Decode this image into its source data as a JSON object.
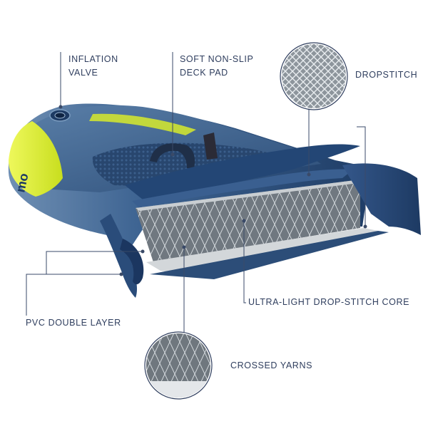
{
  "labels": {
    "inflation_valve": [
      "INFLATION",
      "VALVE"
    ],
    "deck_pad": [
      "SOFT NON-SLIP",
      "DECK PAD"
    ],
    "dropstitch": "DROPSTITCH",
    "pvc_double_layer": "PVC DOUBLE LAYER",
    "drop_stitch_core": "ULTRA-LIGHT DROP-STITCH CORE",
    "crossed_yarns": "CROSSED YARNS"
  },
  "board_logo_text": "mo",
  "colors": {
    "board_navy": "#2c4d78",
    "board_dark": "#1d3a63",
    "board_light": "#4d78a6",
    "accent_lime": "#d7ea2c",
    "deck_pad": "#28466e",
    "core_grey": "#9aa2a8",
    "callout_line": "#3a4a68",
    "text": "#2f3e5e"
  }
}
